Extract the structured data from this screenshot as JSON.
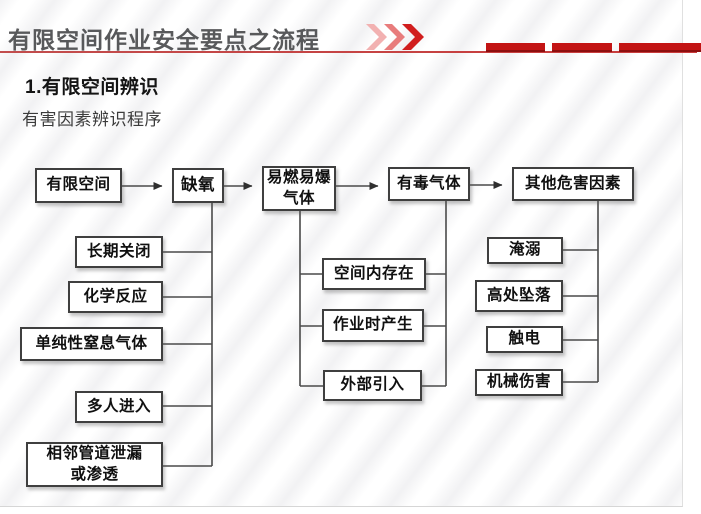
{
  "header": {
    "title": "有限空间作业安全要点之流程",
    "decor": {
      "chevrons_icon": "triple-chevron-right-icon",
      "dash_count": 3
    }
  },
  "section": {
    "heading": "1.有限空间辨识",
    "subheading": "有害因素辨识程序"
  },
  "flowchart": {
    "main_flow": {
      "confined_space": "有限空间",
      "oxygen_deficiency": "缺氧",
      "flammable_gas": "易燃易爆\n气体",
      "toxic_gas": "有毒气体",
      "other_hazards": "其他危害因素"
    },
    "oxygen_deficiency_causes": {
      "long_term_closed": "长期关闭",
      "chemical_reaction": "化学反应",
      "simple_asphyxiant_gas": "单纯性窒息气体",
      "multiple_people_entering": "多人进入",
      "adjacent_pipeline_leak": "相邻管道泄漏\n或渗透"
    },
    "gas_sources": {
      "exists_in_space": "空间内存在",
      "generated_during_work": "作业时产生",
      "introduced_externally": "外部引入"
    },
    "other_hazard_types": {
      "drowning": "淹溺",
      "fall_from_height": "高处坠落",
      "electric_shock": "触电",
      "mechanical_injury": "机械伤害"
    }
  },
  "colors": {
    "accent_red": "#c31414",
    "accent_red_dark": "#8e0f0f",
    "underline_red": "#c24d4d",
    "title_grey": "#58595b",
    "connector_grey": "#4a4a4a",
    "node_border": "#3f3f3f"
  }
}
